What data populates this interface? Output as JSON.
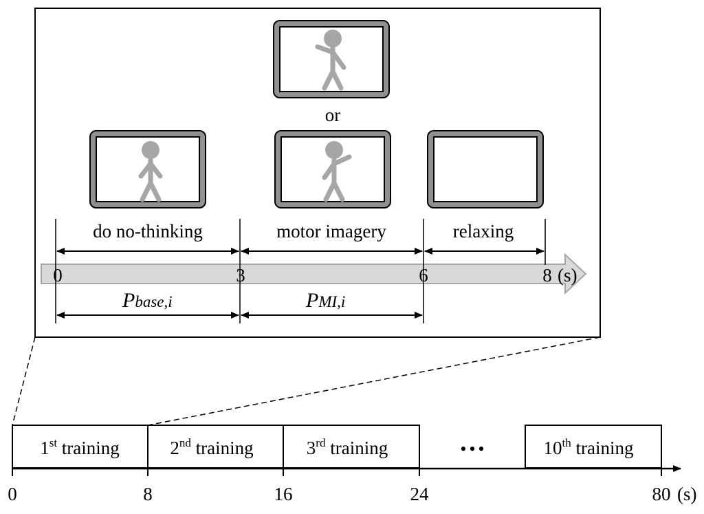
{
  "trial": {
    "phases": [
      {
        "label": "do no-thinking",
        "start": 0,
        "end": 3
      },
      {
        "label": "motor imagery",
        "start": 3,
        "end": 6
      },
      {
        "label": "relaxing",
        "start": 6,
        "end": 8
      }
    ],
    "or_label": "or",
    "ticks": [
      "0",
      "3",
      "6",
      "8"
    ],
    "unit": "(s)",
    "periods": [
      {
        "main": "P",
        "sub": "base,i",
        "start": 0,
        "end": 3
      },
      {
        "main": "P",
        "sub": "MI,i",
        "start": 3,
        "end": 6
      }
    ],
    "screens": [
      {
        "name": "motor-imagery-left",
        "figure": "arm-raised-left"
      },
      {
        "name": "do-no-thinking",
        "figure": "standing"
      },
      {
        "name": "motor-imagery-right",
        "figure": "arm-raised-right"
      },
      {
        "name": "relaxing",
        "figure": "none"
      }
    ],
    "colors": {
      "frame": "#909090",
      "figure": "#a6a6a6",
      "arrow_fill": "#d9d9d9",
      "arrow_stroke": "#a6a6a6"
    }
  },
  "session": {
    "trainings": [
      {
        "num": "1",
        "sup": "st",
        "text": "training",
        "start": 0,
        "end": 8
      },
      {
        "num": "2",
        "sup": "nd",
        "text": "training",
        "start": 8,
        "end": 16
      },
      {
        "num": "3",
        "sup": "rd",
        "text": "training",
        "start": 16,
        "end": 24
      },
      {
        "num": "10",
        "sup": "th",
        "text": "training",
        "start": 72,
        "end": 80
      }
    ],
    "ellipsis": "•••",
    "ticks": [
      "0",
      "8",
      "16",
      "24",
      "80"
    ],
    "unit": "(s)"
  }
}
